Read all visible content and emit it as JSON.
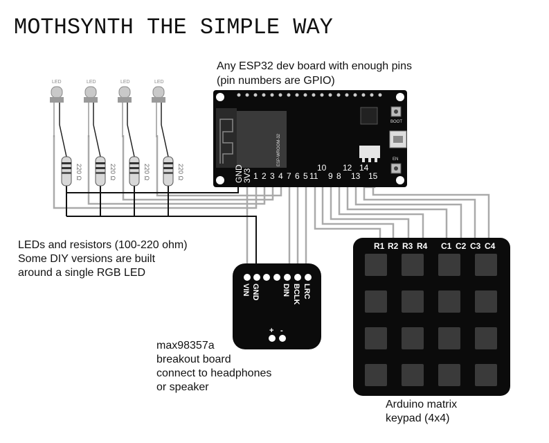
{
  "title": "MOTHSYNTH THE SIMPLE WAY",
  "esp32": {
    "caption_line1": "Any ESP32 dev board with enough pins",
    "caption_line2": "(pin numbers are GPIO)",
    "module_label": "ESP-WROOM-32",
    "button_boot": "BOOT",
    "button_en": "EN",
    "pins_low": [
      "GND",
      "3V3",
      "1",
      "2",
      "3",
      "4",
      "7",
      "6",
      "5",
      "11",
      "9",
      "8",
      "13",
      "15"
    ],
    "pins_high": [
      "10",
      "12",
      "14"
    ]
  },
  "leds": {
    "items": [
      {
        "label": "LED",
        "resistor": "220 Ω"
      },
      {
        "label": "LED",
        "resistor": "220 Ω"
      },
      {
        "label": "LED",
        "resistor": "220 Ω"
      },
      {
        "label": "LED",
        "resistor": "220 Ω"
      }
    ],
    "caption_line1": "LEDs and resistors (100-220 ohm)",
    "caption_line2": "Some DIY versions are built",
    "caption_line3": "around a single RGB LED"
  },
  "amp": {
    "pins": [
      "VIN",
      "GND",
      "",
      "",
      "DIN",
      "BCLK",
      "LRC"
    ],
    "plus": "+",
    "minus": "-",
    "caption_line1": "max98357a",
    "caption_line2": "breakout board",
    "caption_line3": "connect to headphones",
    "caption_line4": "or speaker"
  },
  "keypad": {
    "pins": [
      "R1",
      "R2",
      "R3",
      "R4",
      "C1",
      "C2",
      "C3",
      "C4"
    ],
    "rows": 4,
    "cols": 4,
    "caption_line1": "Arduino matrix",
    "caption_line2": "keypad (4x4)"
  },
  "colors": {
    "board": "#0b0b0b",
    "wire_signal": "#aaaaaa",
    "wire_ground": "#111111",
    "key": "#3a3a3a"
  }
}
